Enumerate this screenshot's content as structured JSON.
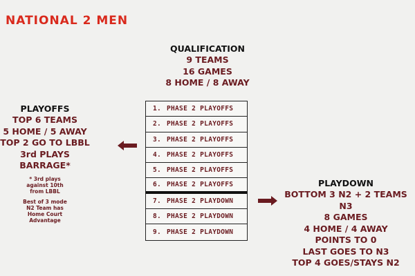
{
  "title": "NATIONAL 2 MEN",
  "qualification": {
    "heading": "QUALIFICATION",
    "lines": [
      "9 TEAMS",
      "16 GAMES",
      "8 HOME / 8 AWAY"
    ]
  },
  "playoffs": {
    "heading": "PLAYOFFS",
    "lines": [
      "TOP 6 TEAMS",
      "5 HOME / 5 AWAY",
      "TOP 2 GO TO LBBL",
      "3rd PLAYS BARRAGE*"
    ],
    "note1": [
      "* 3rd plays",
      "against 10th",
      "from LBBL"
    ],
    "note2": [
      "Best of 3 mode",
      "N2 Team has",
      "Home Court",
      "Advantage"
    ]
  },
  "playdown": {
    "heading": "PLAYDOWN",
    "lines": [
      "BOTTOM 3 N2 + 2 TEAMS N3",
      "8 GAMES",
      "4 HOME / 4 AWAY",
      "POINTS TO 0",
      "LAST GOES TO N3",
      "TOP 4 GOES/STAYS N2"
    ]
  },
  "table": [
    {
      "n": "1.",
      "label": "PHASE 2 PLAYOFFS"
    },
    {
      "n": "2.",
      "label": "PHASE 2 PLAYOFFS"
    },
    {
      "n": "3.",
      "label": "PHASE 2 PLAYOFFS"
    },
    {
      "n": "4.",
      "label": "PHASE 2 PLAYOFFS"
    },
    {
      "n": "5.",
      "label": "PHASE 2 PLAYOFFS"
    },
    {
      "n": "6.",
      "label": "PHASE 2 PLAYOFFS"
    },
    {
      "n": "7.",
      "label": "PHASE 2 PLAYDOWN"
    },
    {
      "n": "8.",
      "label": "PHASE 2 PLAYDOWN"
    },
    {
      "n": "9.",
      "label": "PHASE 2 PLAYDOWN"
    }
  ],
  "colors": {
    "accent": "#d9291c",
    "dark_red": "#6a1b20"
  }
}
